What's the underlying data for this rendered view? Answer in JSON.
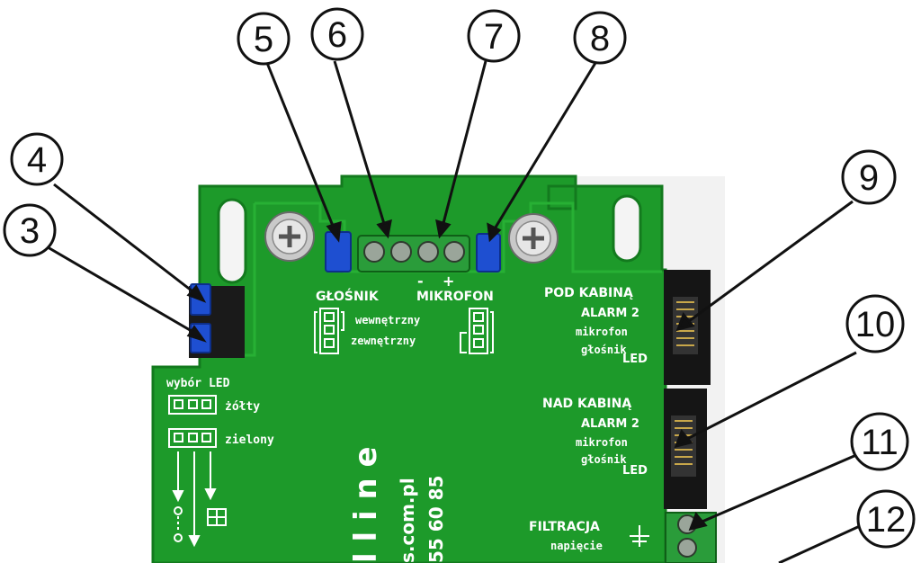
{
  "colors": {
    "pcb": "#1d9a2a",
    "pcb_dark": "#137a1e",
    "pcb_light": "#27b034",
    "jumper": "#1e4fd1",
    "connector": "#1a1a1a",
    "terminal": "#2a9c3a"
  },
  "icons": {
    "screw": "screw-icon",
    "jumper": "jumper-icon",
    "terminal_block": "terminal-block-icon",
    "ground": "ground-symbol-icon"
  },
  "callouts": [
    "3",
    "4",
    "5",
    "6",
    "7",
    "8",
    "9",
    "10",
    "11",
    "12"
  ],
  "silkscreen": {
    "glosnik": "GŁOŚNIK",
    "mikrofon": "MIKROFON",
    "polarity_minus": "-",
    "polarity_plus": "+",
    "wewnetrzny": "wewnętrzny",
    "zewnetrzny": "zewnętrzny",
    "pod_kabina": "POD KABINĄ",
    "nad_kabina": "NAD KABINĄ",
    "alarm2": "ALARM 2",
    "mikrofon_lc": "mikrofon",
    "glosnik_lc": "głośnik",
    "led": "LED",
    "wybor_led": "wybór LED",
    "zolty": "żółty",
    "zielony": "zielony",
    "filtracja": "FILTRACJA",
    "napiecie": "napięcie",
    "brand_vertical": "l l i n e",
    "website_vertical": "s.com.pl",
    "phone_vertical": "55 60 85"
  }
}
